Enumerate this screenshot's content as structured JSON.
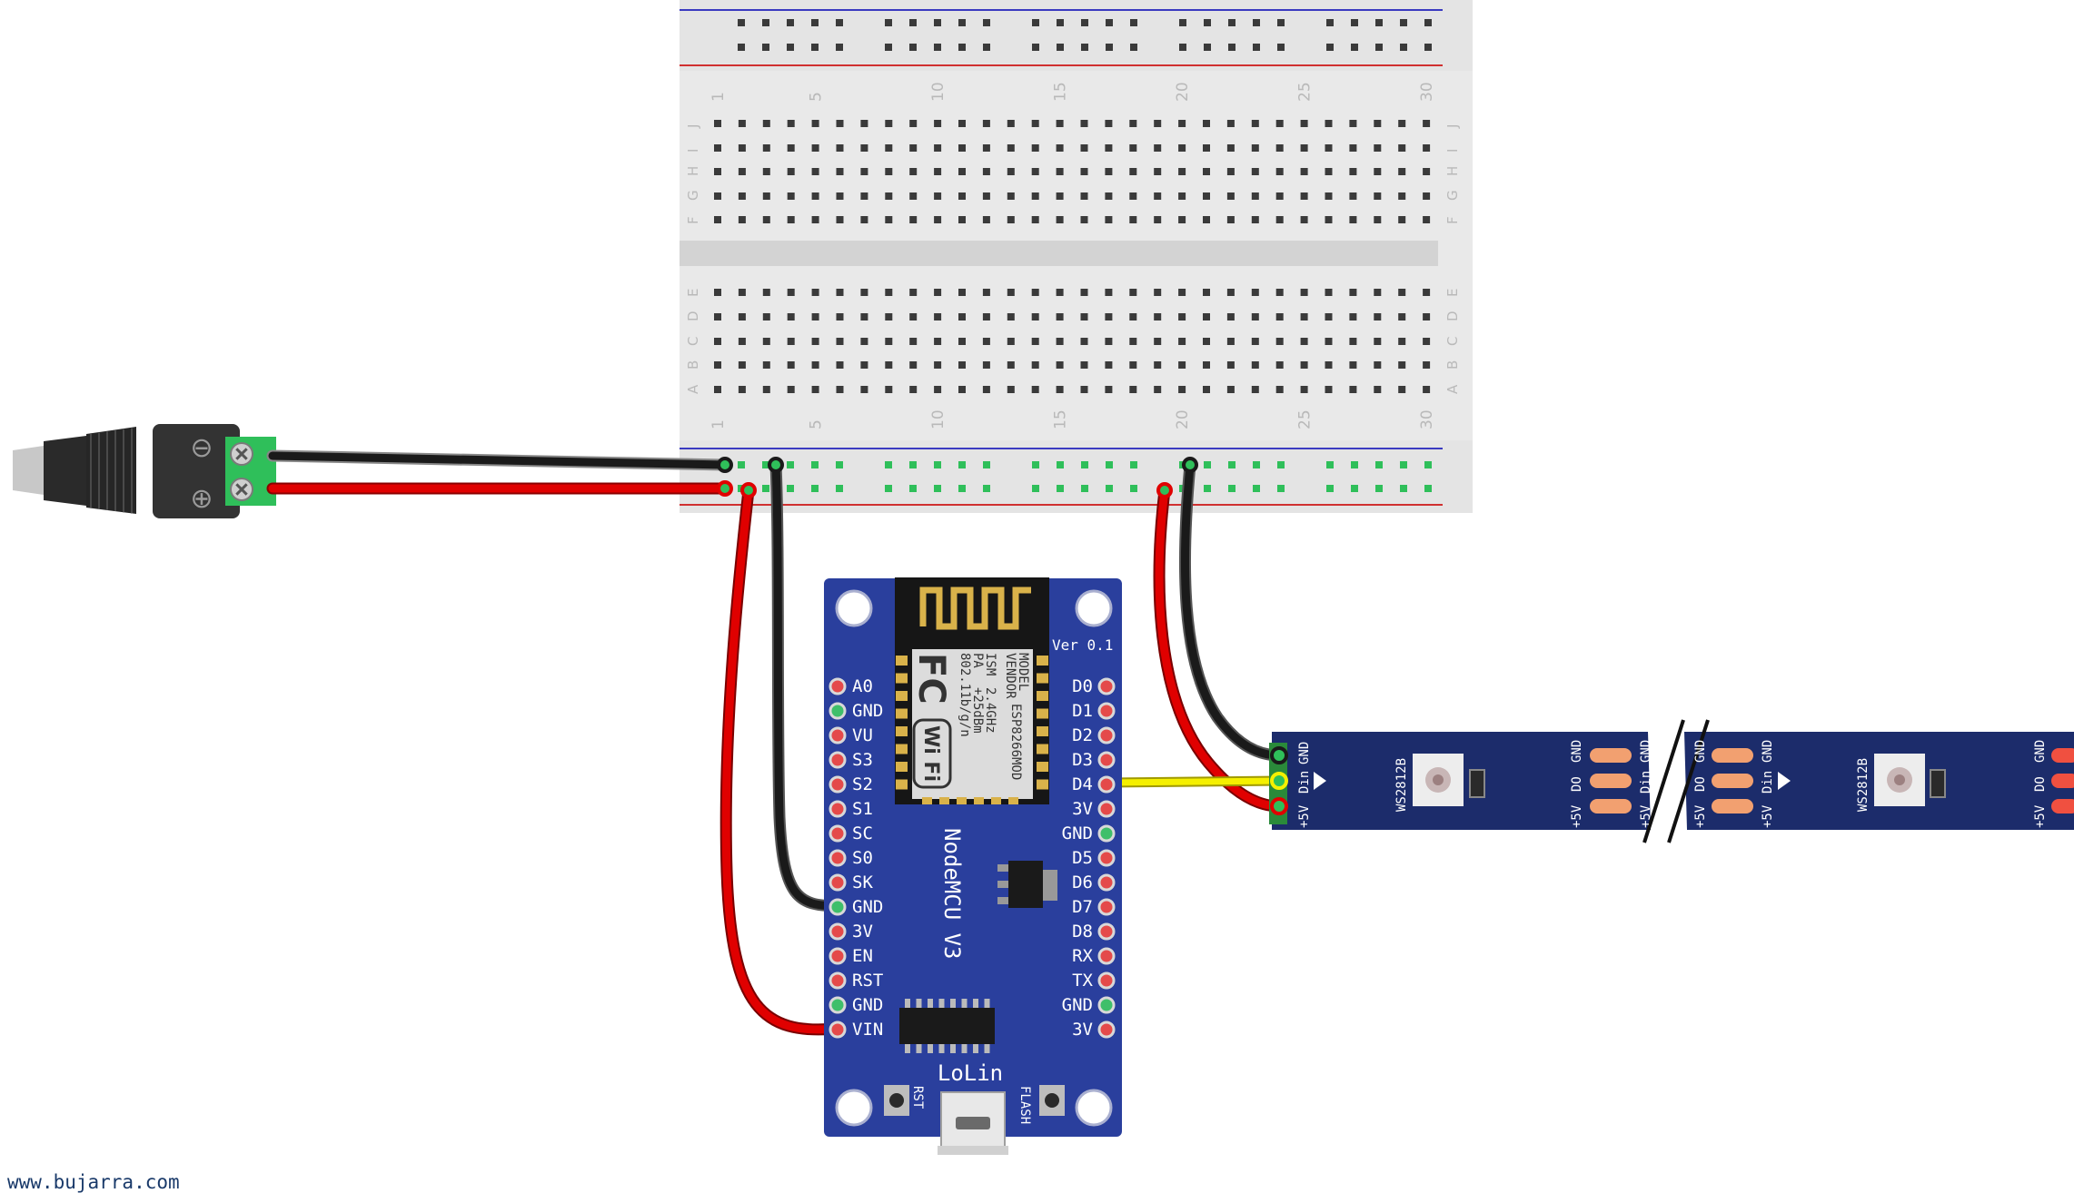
{
  "watermark": "www.bujarra.com",
  "breadboard": {
    "column_numbers": [
      "1",
      "5",
      "10",
      "15",
      "20",
      "25",
      "30"
    ],
    "row_letters_top": [
      "J",
      "I",
      "H",
      "G",
      "F"
    ],
    "row_letters_bottom": [
      "E",
      "D",
      "C",
      "B",
      "A"
    ]
  },
  "dc_jack": {
    "minus_symbol": "⊖",
    "plus_symbol": "⊕"
  },
  "nodemcu": {
    "title": "NodeMCU V3",
    "maker": "LoLin",
    "version": "Ver 0.1",
    "left_pins": [
      "A0",
      "GND",
      "VU",
      "S3",
      "S2",
      "S1",
      "SC",
      "S0",
      "SK",
      "GND",
      "3V",
      "EN",
      "RST",
      "GND",
      "VIN"
    ],
    "right_pins": [
      "D0",
      "D1",
      "D2",
      "D3",
      "D4",
      "3V",
      "GND",
      "D5",
      "D6",
      "D7",
      "D8",
      "RX",
      "TX",
      "GND",
      "3V"
    ],
    "button_rst": "RST",
    "button_flash": "FLASH",
    "module": {
      "wifi_badge": "Wi Fi",
      "fc_mark": "FC",
      "model_line": "MODEL",
      "model_value": "ESP8266MOD",
      "vendor_line": "VENDOR",
      "ism_line": "ISM",
      "ism_value": "2.4GHz",
      "pa_line": "PA",
      "pa_value": "+25dBm",
      "standard": "802.11b/g/n"
    }
  },
  "led_strip": {
    "left_pins": [
      "GND",
      "Din",
      "+5V"
    ],
    "chip_label": "WS2812B",
    "pad_labels_out": [
      "GND",
      "DO",
      "+5V"
    ],
    "pad_labels_in": [
      "GND",
      "Din",
      "+5V"
    ]
  },
  "colors": {
    "board_blue": "#2a3f9d",
    "strip_blue": "#1c2c6b",
    "wire_red": "#e00000",
    "wire_black": "#1a1a1a",
    "wire_yellow": "#f5f000",
    "terminal_green": "#2fbf5a"
  }
}
